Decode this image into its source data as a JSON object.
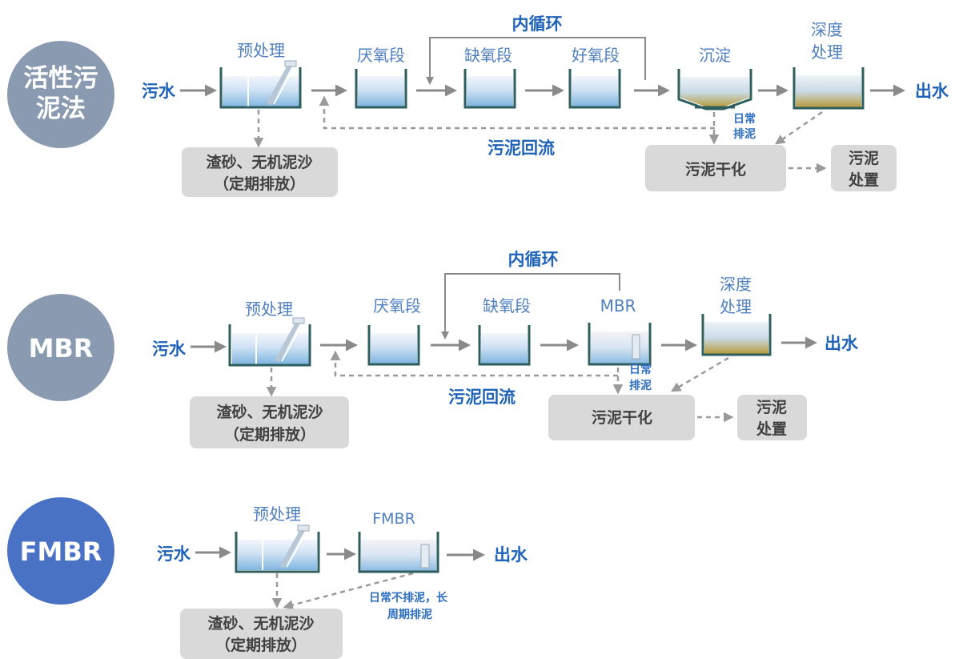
{
  "sections": {
    "asp": {
      "name_line1": "活性污",
      "name_line2": "泥法",
      "inlet": "污水",
      "outlet": "出水",
      "pretreat": "预处理",
      "anaerobic": "厌氧段",
      "anoxic": "缺氧段",
      "aerobic": "好氧段",
      "settling": "沉淀",
      "deep_line1": "深度",
      "deep_line2": "处理",
      "internal_loop": "内循环",
      "sludge_return": "污泥回流",
      "grit_line1": "渣砂、无机泥沙",
      "grit_line2": "（定期排放）",
      "daily_line1": "日常",
      "daily_line2": "排泥",
      "drying": "污泥干化",
      "disposal_line1": "污泥",
      "disposal_line2": "处置",
      "circle_color": "#8a9ab0"
    },
    "mbr": {
      "name": "MBR",
      "inlet": "污水",
      "outlet": "出水",
      "pretreat": "预处理",
      "anaerobic": "厌氧段",
      "anoxic": "缺氧段",
      "mbr": "MBR",
      "deep_line1": "深度",
      "deep_line2": "处理",
      "internal_loop": "内循环",
      "sludge_return": "污泥回流",
      "grit_line1": "渣砂、无机泥沙",
      "grit_line2": "（定期排放）",
      "daily_line1": "日常",
      "daily_line2": "排泥",
      "drying": "污泥干化",
      "disposal_line1": "污泥",
      "disposal_line2": "处置",
      "circle_color": "#8a9ab0"
    },
    "fmbr": {
      "name": "FMBR",
      "inlet": "污水",
      "outlet": "出水",
      "pretreat": "预处理",
      "fmbr": "FMBR",
      "note_line1": "日常不排泥，长",
      "note_line2": "周期排泥",
      "grit_line1": "渣砂、无机泥沙",
      "grit_line2": "（定期排放）",
      "circle_color": "#4a72c4"
    }
  },
  "colors": {
    "label_blue": "#4f7fbf",
    "bold_blue": "#1f63b8",
    "grey_box": "#d9d9d9",
    "tank_outline": "#2e5e5e",
    "water_light": "#eef4fb",
    "water_deep": "#7fb5e0",
    "sludge": "#b89a3a"
  }
}
